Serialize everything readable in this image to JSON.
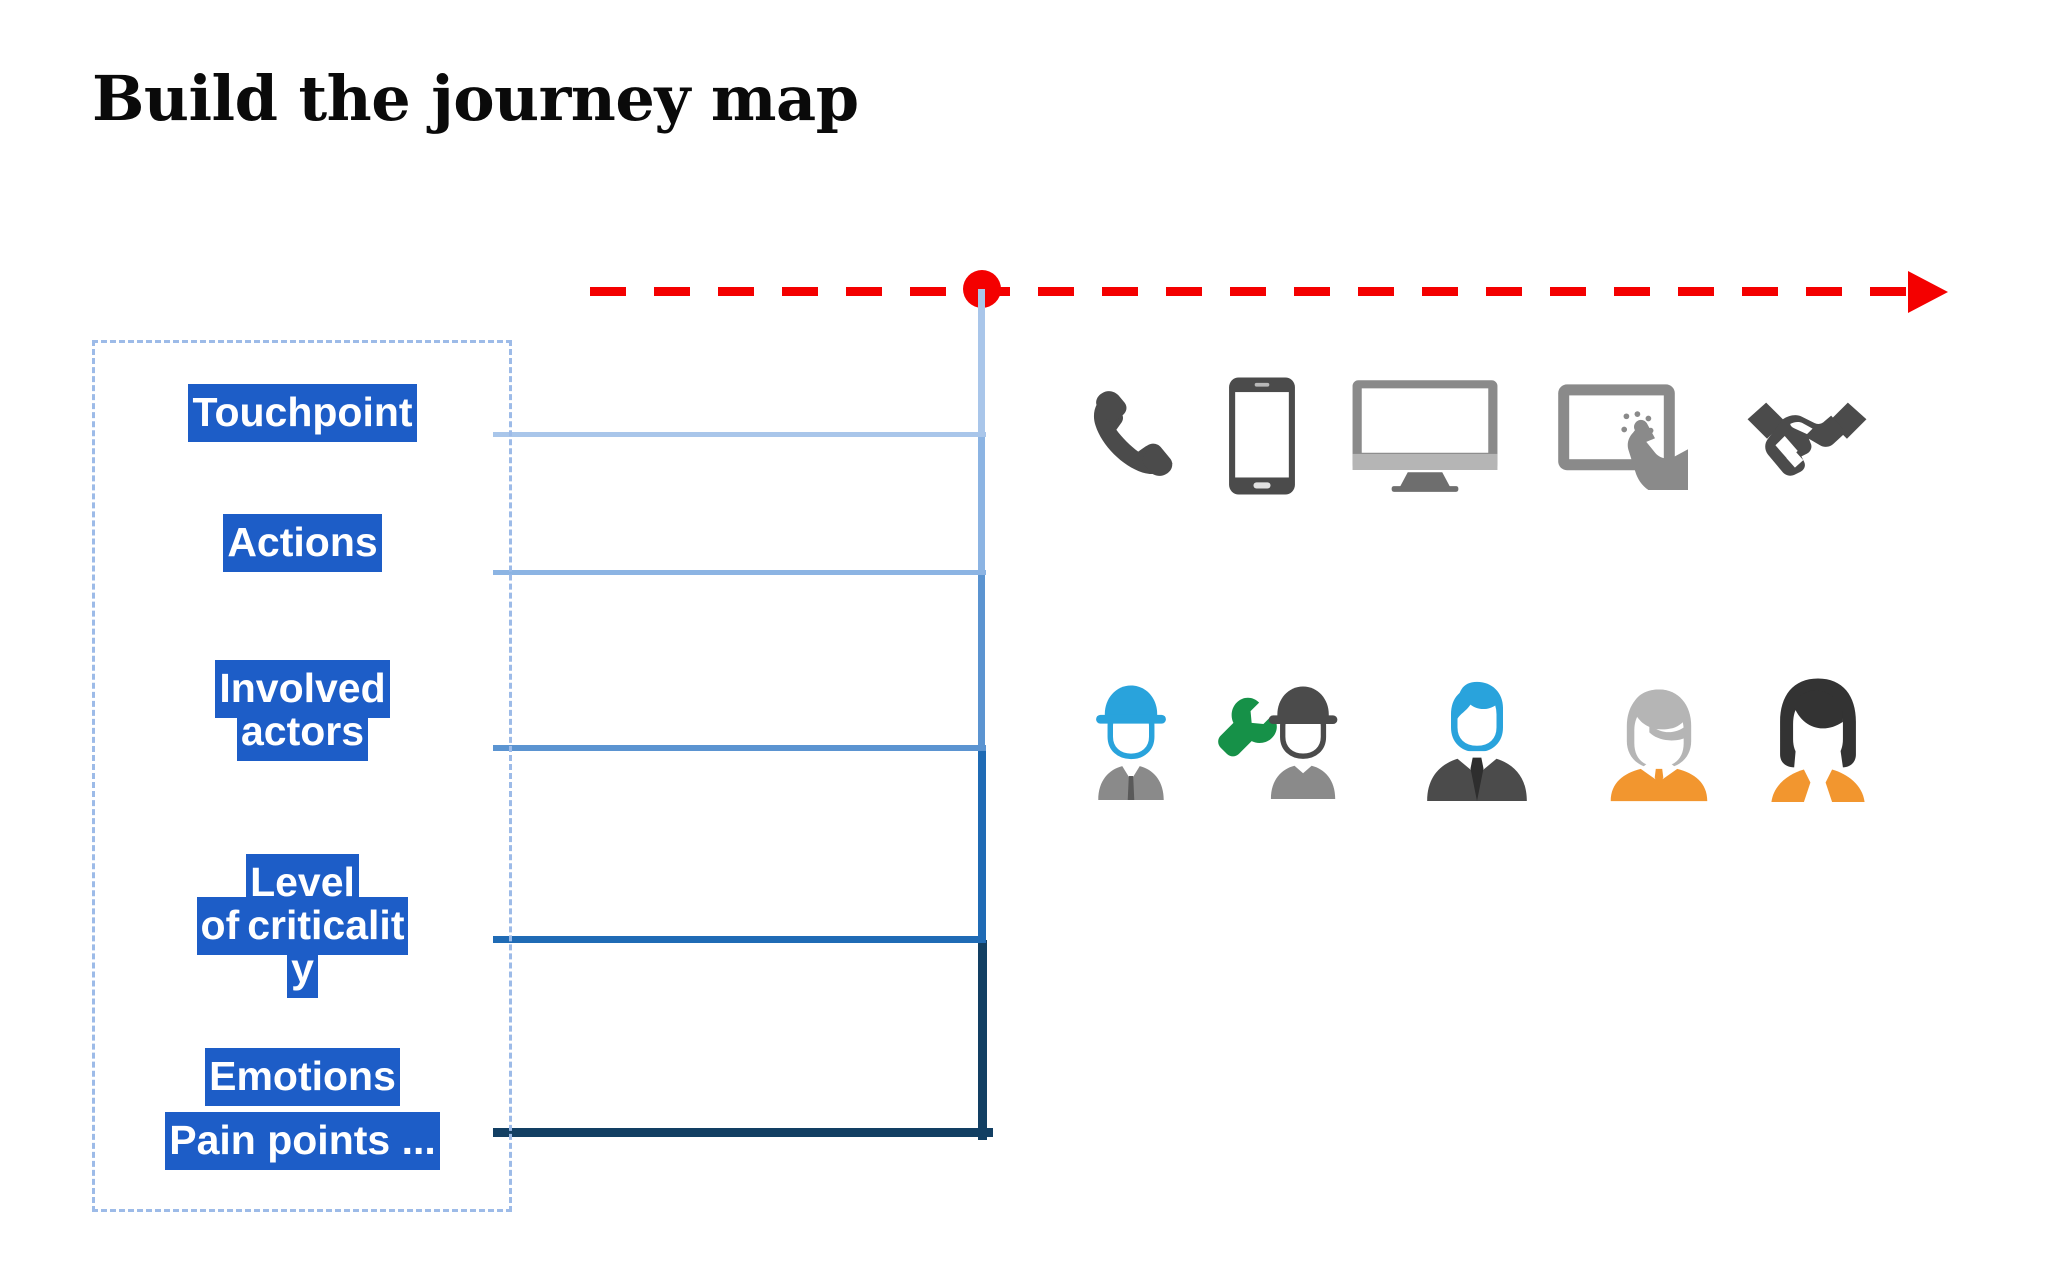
{
  "page": {
    "title": "Build the journey map",
    "background": "#ffffff"
  },
  "colors": {
    "highlight_blue": "#1d5dc7",
    "label_text": "#ffffff",
    "dashed_border": "#9dbbe8",
    "timeline_red": "#f40000",
    "grid_line_1": "#a9c6ea",
    "grid_line_2": "#8cb4e3",
    "grid_line_3": "#5b94d1",
    "grid_line_4": "#1f6bb5",
    "grid_line_5": "#123f63",
    "icon_dark_gray": "#4b4b4b",
    "icon_mid_gray": "#8a8a8a",
    "icon_light_gray": "#b5b5b5",
    "accent_orange": "#f2962f",
    "accent_blue": "#29a3dc",
    "accent_green": "#169148"
  },
  "dimension_labels": [
    {
      "id": "touchpoint",
      "text": "Touchpoint"
    },
    {
      "id": "actions",
      "text": "Actions"
    },
    {
      "id": "actors_l1",
      "text": "Involved"
    },
    {
      "id": "actors_l2",
      "text": "actors"
    },
    {
      "id": "crit_l1",
      "text": "Level"
    },
    {
      "id": "crit_l2a",
      "text": "of"
    },
    {
      "id": "crit_l2b",
      "text": "criticalit"
    },
    {
      "id": "crit_l3",
      "text": "y"
    },
    {
      "id": "emotions",
      "text": "Emotions"
    },
    {
      "id": "pain_points",
      "text": "Pain points ..."
    }
  ],
  "timeline": {
    "style": "dashed",
    "color": "#f40000",
    "has_arrowhead": true,
    "marker_label": "journey-stage-marker"
  },
  "grid": {
    "row_count": 5,
    "line_colors": [
      "#a9c6ea",
      "#8cb4e3",
      "#5b94d1",
      "#1f6bb5",
      "#123f63"
    ],
    "line_widths": [
      5,
      5,
      6,
      7,
      8
    ]
  },
  "touchpoint_icons": [
    {
      "name": "phone-handset-icon",
      "label": "Phone",
      "color": "#4b4b4b"
    },
    {
      "name": "smartphone-icon",
      "label": "Mobile",
      "color": "#4b4b4b"
    },
    {
      "name": "desktop-monitor-icon",
      "label": "Desktop",
      "color": "#8a8a8a"
    },
    {
      "name": "tablet-touch-icon",
      "label": "Tablet",
      "color": "#8a8a8a"
    },
    {
      "name": "handshake-icon",
      "label": "In person",
      "color": "#4b4b4b"
    }
  ],
  "actor_icons": [
    {
      "name": "worker-blue-helmet-icon",
      "label": "Site worker",
      "helmet": "#29a3dc",
      "body": "#8a8a8a"
    },
    {
      "name": "technician-wrench-icon",
      "label": "Technician",
      "helmet": "#4b4b4b",
      "body": "#8a8a8a",
      "tool": "#169148"
    },
    {
      "name": "manager-suit-icon",
      "label": "Manager",
      "hair": "#29a3dc",
      "body": "#4b4b4b"
    },
    {
      "name": "employee-orange-icon",
      "label": "Employee",
      "hair": "#b5b5b5",
      "body": "#f2962f"
    },
    {
      "name": "customer-woman-icon",
      "label": "Customer",
      "hair": "#333333",
      "body": "#f2962f"
    }
  ]
}
